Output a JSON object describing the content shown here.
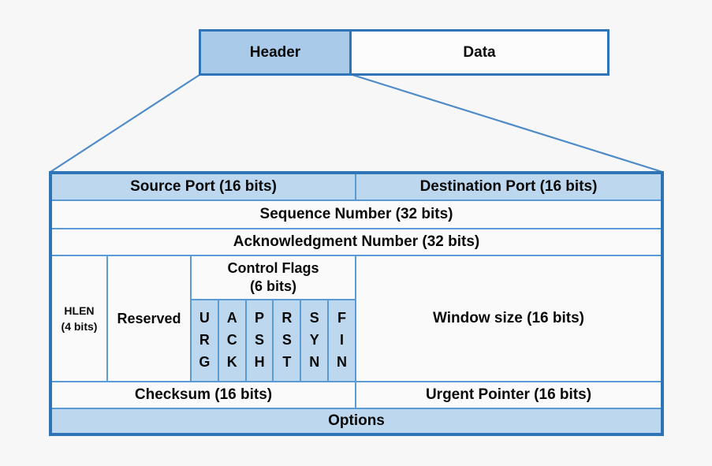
{
  "colors": {
    "outer_border": "#2e74b6",
    "inner_line": "#5b9bd5",
    "light_blue_fill": "#bdd7ee",
    "packet_header_fill": "#a9cbe9",
    "background": "#f7f7f7",
    "text": "#0a0a0a"
  },
  "packet": {
    "header_label": "Header",
    "data_label": "Data"
  },
  "table": {
    "row1": {
      "source_port": "Source Port (16 bits)",
      "destination_port": "Destination Port (16 bits)"
    },
    "row2": "Sequence Number (32 bits)",
    "row3": "Acknowledgment Number (32 bits)",
    "row4": {
      "hlen": "HLEN\n(4 bits)",
      "reserved": "Reserved",
      "control_flags_title": "Control Flags\n(6 bits)",
      "flags": [
        "U\nR\nG",
        "A\nC\nK",
        "P\nS\nH",
        "R\nS\nT",
        "S\nY\nN",
        "F\nI\nN"
      ],
      "window": "Window size (16 bits)"
    },
    "row5": {
      "checksum": "Checksum (16 bits)",
      "urgent_pointer": "Urgent Pointer (16 bits)"
    },
    "row6": "Options"
  }
}
